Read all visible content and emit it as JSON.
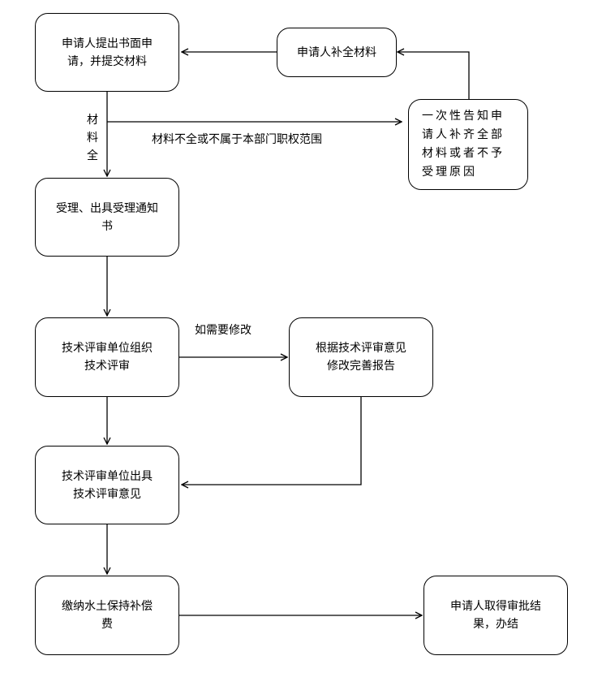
{
  "boxes": {
    "submit_application": {
      "line1": "申请人提出书面申",
      "line2": "请，并提交材料"
    },
    "supplement_materials": {
      "text": "申请人补全材料"
    },
    "one_time_notice": {
      "line1": "一次性告知申",
      "line2": "请人补齐全部",
      "line3": "材料或者不予",
      "line4": "受理原因"
    },
    "accept_notice": {
      "line1": "受理、出具受理通知",
      "line2": "书"
    },
    "tech_review_org": {
      "line1": "技术评审单位组织",
      "line2": "技术评审"
    },
    "revise_report": {
      "line1": "根据技术评审意见",
      "line2": "修改完善报告"
    },
    "tech_review_opinion": {
      "line1": "技术评审单位出具",
      "line2": "技术评审意见"
    },
    "pay_fee": {
      "line1": "缴纳水土保持补偿",
      "line2": "费"
    },
    "result": {
      "line1": "申请人取得审批结",
      "line2": "果，办结"
    }
  },
  "labels": {
    "materials_complete": {
      "c1": "材",
      "c2": "料",
      "c3": "全"
    },
    "incomplete_or_out_of_scope": "材料不全或不属于本部门职权范围",
    "if_revision_needed": "如需要修改"
  },
  "colors": {
    "line": "#000000",
    "box_border": "#000000",
    "background": "#ffffff"
  }
}
